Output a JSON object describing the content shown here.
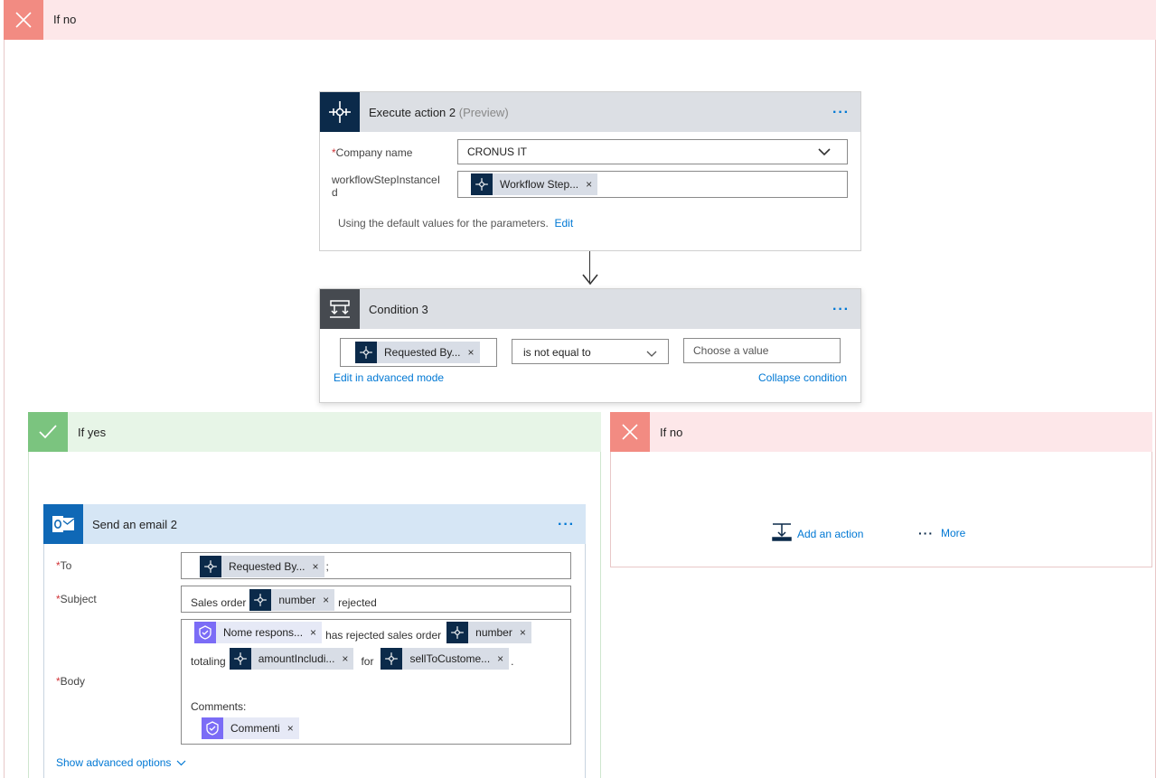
{
  "outer_branch": {
    "label": "If no"
  },
  "execute_action": {
    "title": "Execute action 2",
    "preview": "(Preview)",
    "company_label": "Company name",
    "company_value": "CRONUS IT",
    "step_label_line1": "workflowStepInstanceI",
    "step_label_line2": "d",
    "step_token": "Workflow Step...",
    "defaults_text": "Using the default values for the parameters.",
    "edit_link": "Edit",
    "menu": "···"
  },
  "condition": {
    "title": "Condition 3",
    "left_token": "Requested By...",
    "operator": "is not equal to",
    "value_placeholder": "Choose a value",
    "advanced_link": "Edit in advanced mode",
    "collapse_link": "Collapse condition",
    "menu": "···"
  },
  "if_yes": {
    "label": "If yes"
  },
  "if_no": {
    "label": "If no",
    "add_action": "Add an action",
    "more": "More",
    "more_dots": "···"
  },
  "email": {
    "title": "Send an email 2",
    "menu": "···",
    "to_label": "To",
    "to_token": "Requested By...",
    "to_suffix": ";",
    "subject_label": "Subject",
    "subject_prefix": "Sales order",
    "subject_token": "number",
    "subject_suffix": "rejected",
    "body_label": "Body",
    "body_token1": "Nome respons...",
    "body_text1": "has rejected sales order",
    "body_token2": "number",
    "body_text2": "totaling",
    "body_token3": "amountIncludi...",
    "body_text3": "for",
    "body_token4": "sellToCustome...",
    "body_text4": ".",
    "body_comments": "Comments:",
    "body_token5": "Commenti",
    "advanced": "Show advanced options"
  },
  "required_marker": "*",
  "token_close": "×",
  "icons": {
    "branch_x": "close-icon",
    "check": "check-icon",
    "connector": "business-central-icon",
    "condition": "condition-icon",
    "outlook": "outlook-icon",
    "approval": "approval-icon"
  },
  "colors": {
    "no_header": "#fde7e9",
    "no_icon": "#f28b82",
    "yes_header": "#e7f5e7",
    "yes_icon": "#7bc47f",
    "connector": "#0b2a4a",
    "accent": "#0078d4"
  }
}
